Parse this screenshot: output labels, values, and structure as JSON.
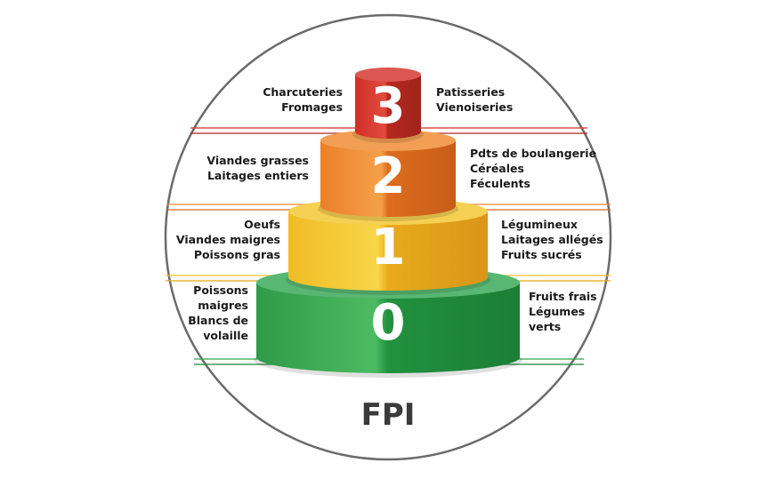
{
  "title": "FPI",
  "tiers": [
    {
      "number": "3",
      "color_left": "#d3322c",
      "color_right": "#b02b22",
      "left_items": [
        "Charcuteries",
        "Fromages"
      ],
      "right_items": [
        "Patisseries",
        "Vienoiseries"
      ]
    },
    {
      "number": "2",
      "color_left": "#f08a30",
      "color_right": "#d96a1e",
      "left_items": [
        "Viandes grasses",
        "Laitages entiers"
      ],
      "right_items": [
        "Pdts de boulangerie",
        "Céréales",
        "Féculents"
      ]
    },
    {
      "number": "1",
      "color_left": "#f5c62e",
      "color_right": "#e5a81c",
      "left_items": [
        "Oeufs",
        "Viandes maigres",
        "Poissons gras"
      ],
      "right_items": [
        "Légumineux",
        "Laitages allégés",
        "Fruits sucrés"
      ]
    },
    {
      "number": "0",
      "color_left": "#34a853",
      "color_right": "#1e8a3a",
      "left_items": [
        "Poissons",
        "maigres",
        "Blancs de",
        "volaille"
      ],
      "right_items": [
        "Fruits frais",
        "Légumes",
        "verts"
      ]
    }
  ]
}
